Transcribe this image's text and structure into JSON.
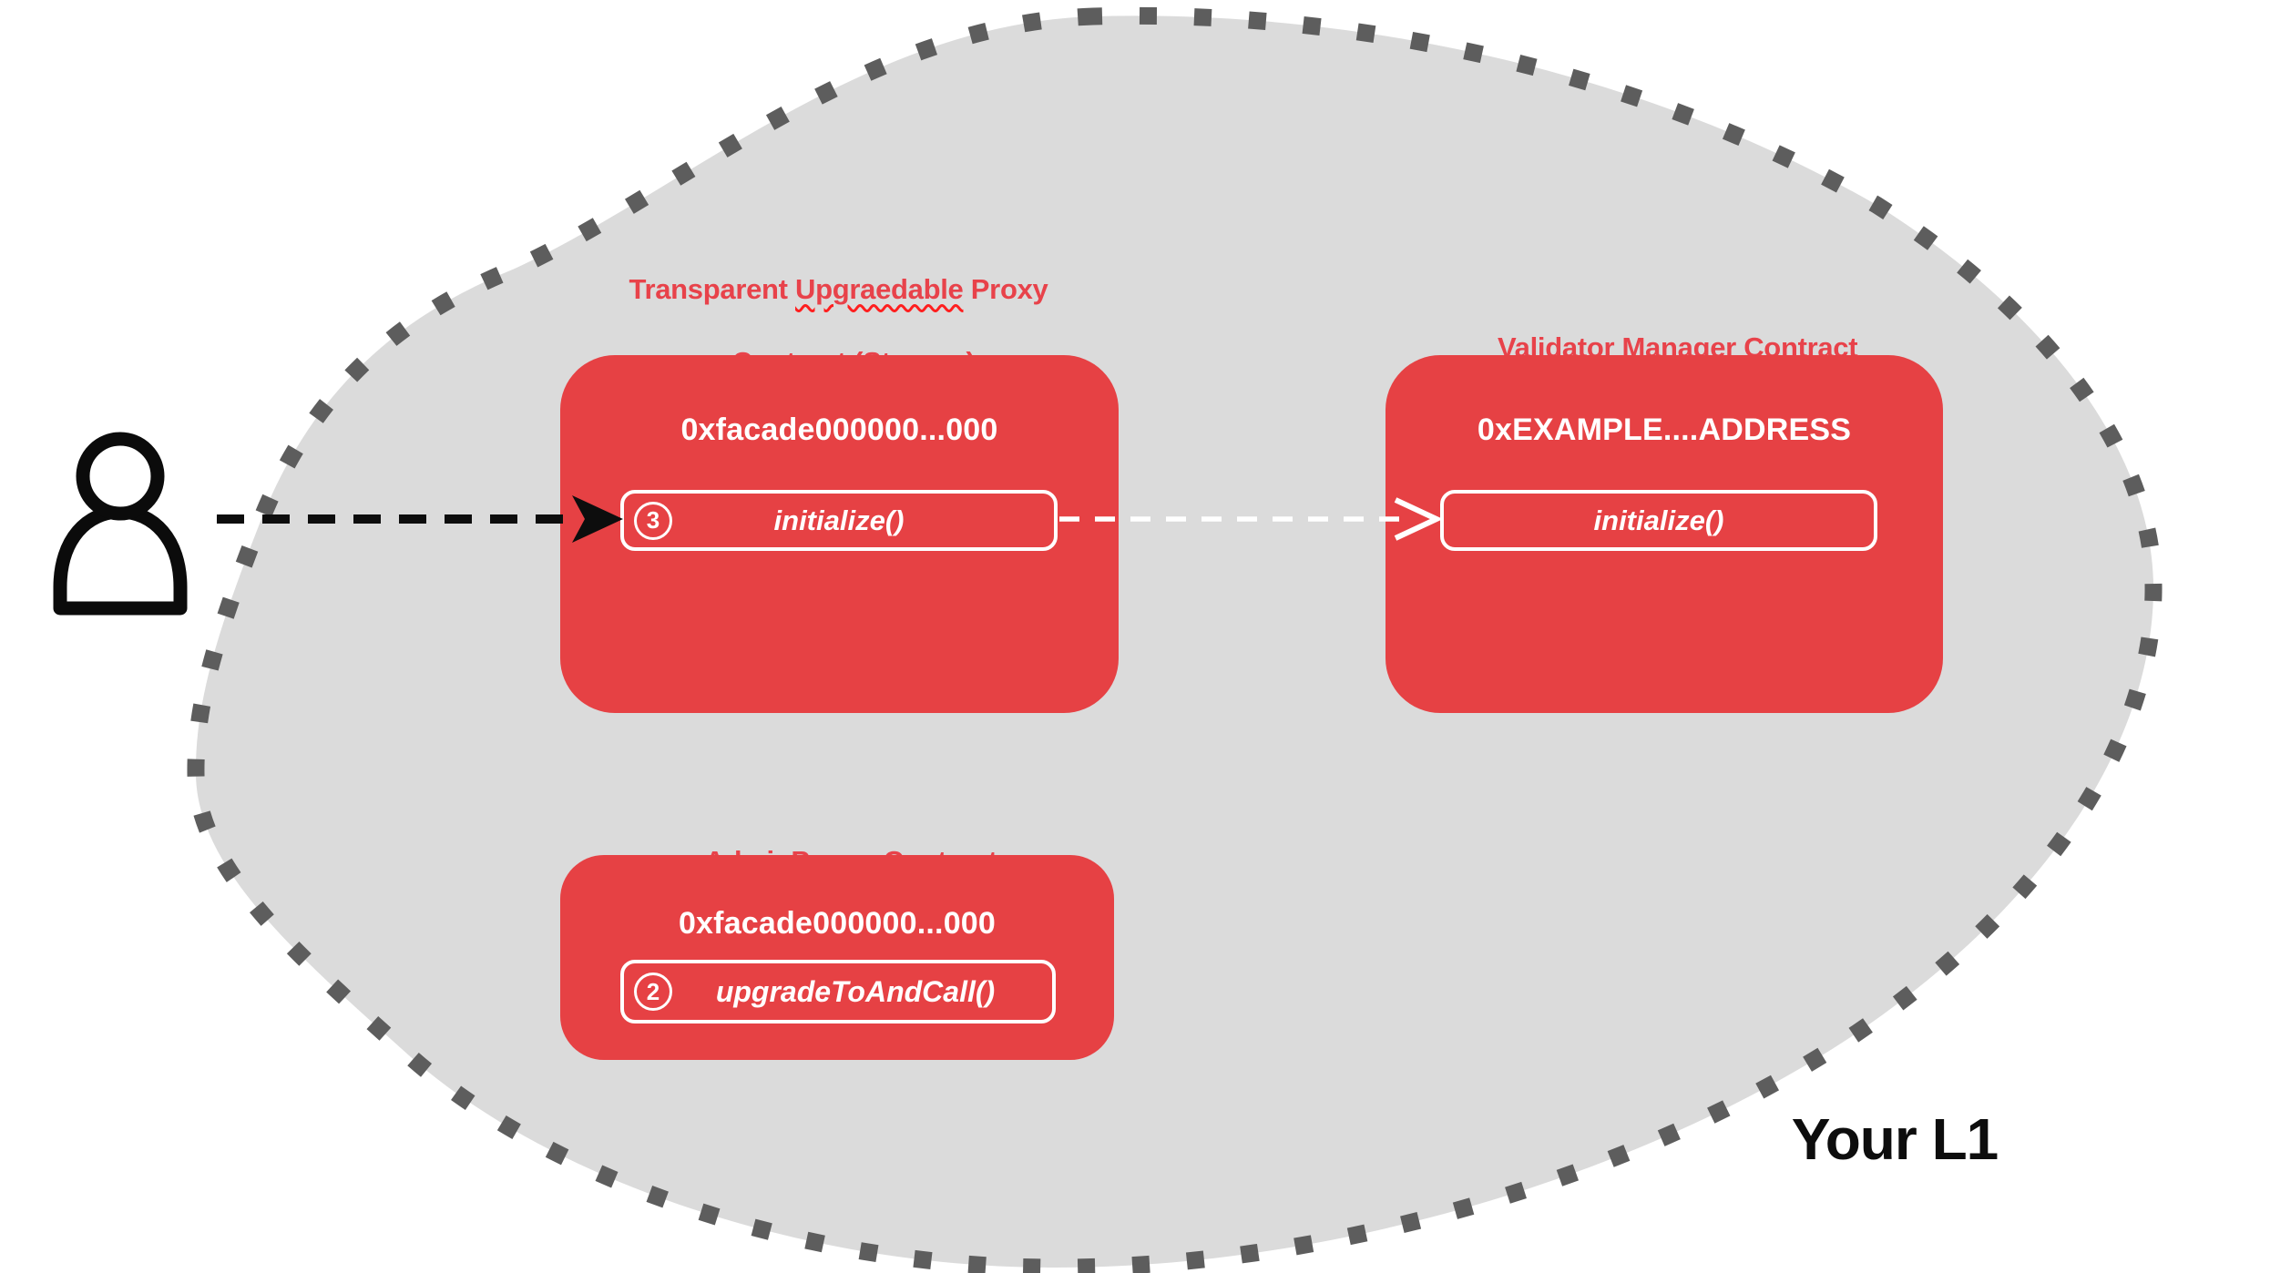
{
  "diagram": {
    "l1_region": {
      "label": "Your L1",
      "fill_color": "#dbdbdb",
      "border_dot_color": "#5d5d5d"
    },
    "actor": {
      "icon": "person-icon",
      "color": "#0b0b0b"
    },
    "arrows": [
      {
        "id": "user-call",
        "from": "user",
        "to": "proxy-initialize",
        "style": "dashed",
        "color": "#0d0d0d"
      },
      {
        "id": "delegate-call",
        "from": "proxy-initialize",
        "to": "validator-manager-initialize",
        "style": "dashed",
        "color": "#ffffff"
      }
    ],
    "contracts": {
      "proxy": {
        "title_line1_pre": "Transparent ",
        "title_misspelled_word": "Upgraedable",
        "title_line1_post": " Proxy",
        "title_line2": "Contract (Storage)",
        "address": "0xfacade000000...000",
        "method_step": "3",
        "method_label": "initialize()"
      },
      "validator_manager": {
        "title": "Validator Manager Contract",
        "address": "0xEXAMPLE....ADDRESS",
        "method_label": "initialize()"
      },
      "admin_proxy": {
        "title": "AdminProxy  Contract",
        "address": "0xfacade000000...000",
        "method_step": "2",
        "method_label": "upgradeToAndCall()"
      }
    },
    "colors": {
      "contract_box_red": "#e64144",
      "title_text_red": "#e8424a",
      "box_text_white": "#ffffff"
    }
  }
}
